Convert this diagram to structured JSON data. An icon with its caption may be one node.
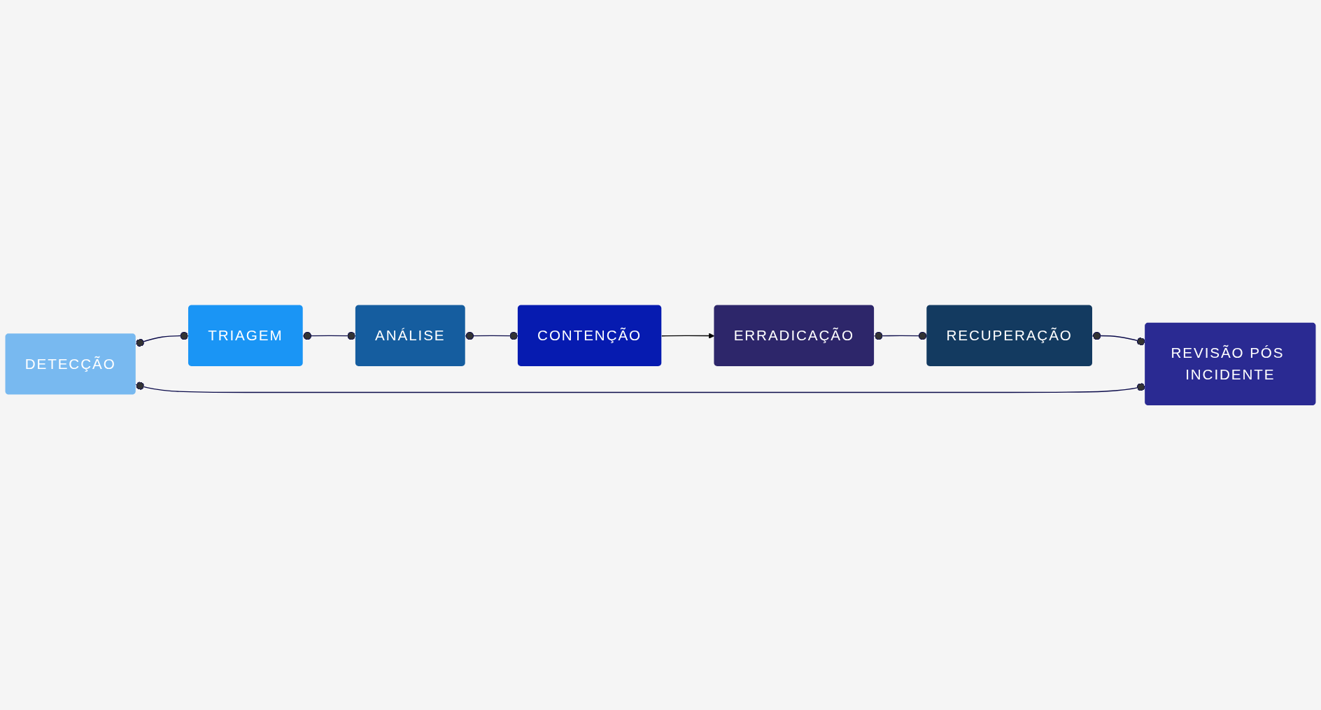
{
  "diagram": {
    "nodes": [
      {
        "text": [
          "DETECÇÃO"
        ]
      },
      {
        "text": [
          "TRIAGEM"
        ]
      },
      {
        "text": [
          "ANÁLISE"
        ]
      },
      {
        "text": [
          "CONTENÇÃO"
        ]
      },
      {
        "text": [
          "ERRADICAÇÃO"
        ]
      },
      {
        "text": [
          "RECUPERAÇÃO"
        ]
      },
      {
        "text": [
          "REVISÃO PÓS INCIDENTE"
        ]
      }
    ],
    "edges": [
      {
        "from": 0,
        "to": 1,
        "arrow": "other"
      },
      {
        "from": 1,
        "to": 2,
        "arrow": "other"
      },
      {
        "from": 2,
        "to": 3,
        "arrow": "other"
      },
      {
        "from": 3,
        "to": 4,
        "arrow": "to",
        "color": "#000000"
      },
      {
        "from": 4,
        "to": 5,
        "arrow": "other"
      },
      {
        "from": 5,
        "to": 6,
        "arrow": "other"
      },
      {
        "from": 6,
        "to": 0,
        "arrow": "other"
      }
    ]
  }
}
